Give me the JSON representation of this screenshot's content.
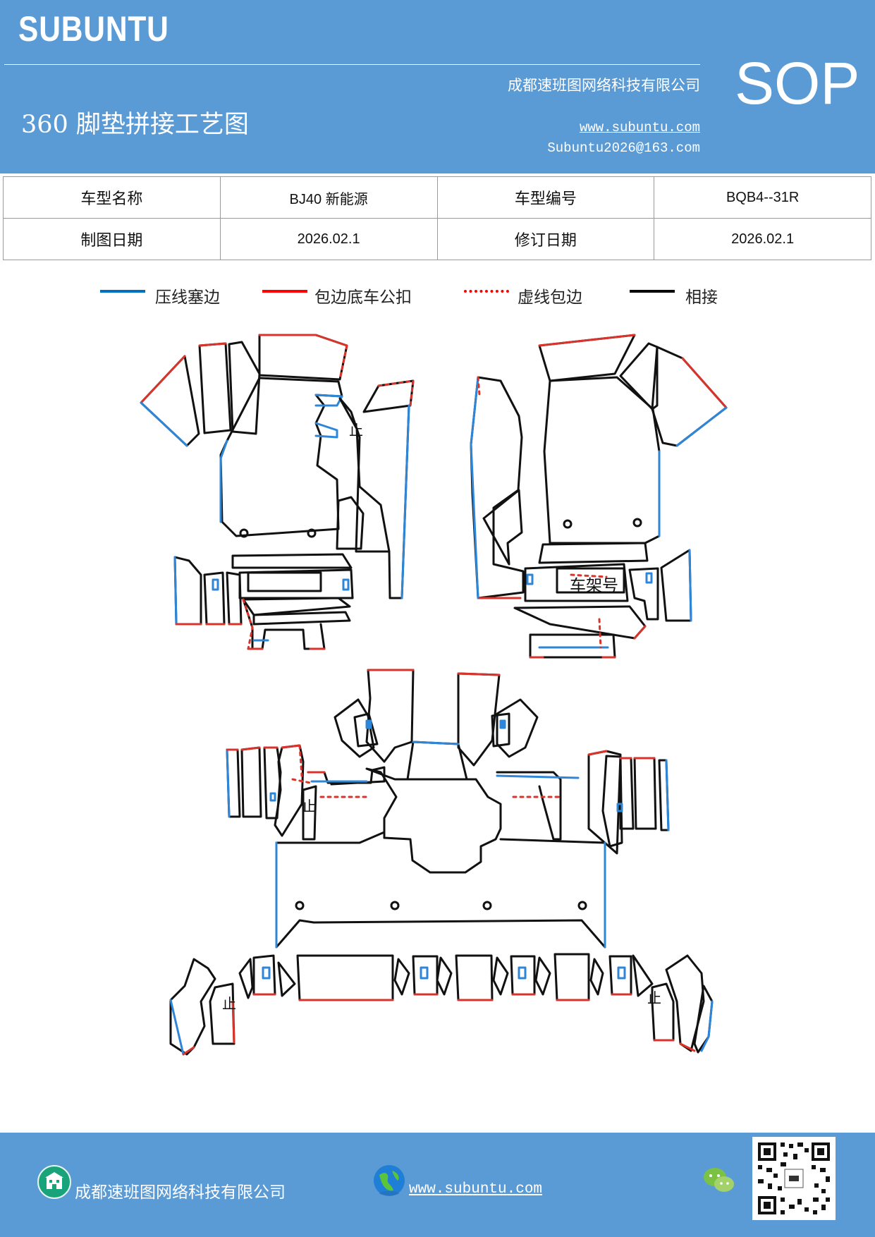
{
  "header": {
    "logo": "SUBUNTU",
    "company": "成都速班图网络科技有限公司",
    "title": "360 脚垫拼接工艺图",
    "sop": "SOP",
    "website": "www.subuntu.com",
    "email": "Subuntu2026@163.com"
  },
  "info_table": {
    "rows": [
      {
        "label1": "车型名称",
        "value1": "BJ40 新能源",
        "label2": "车型编号",
        "value2": "BQB4--31R"
      },
      {
        "label1": "制图日期",
        "value1": "2026.02.1",
        "label2": "修订日期",
        "value2": "2026.02.1"
      }
    ]
  },
  "legend": {
    "items": [
      {
        "label": "压线塞边",
        "color": "#0070c0",
        "style": "solid"
      },
      {
        "label": "包边底车公扣",
        "color": "#ff0000",
        "style": "solid"
      },
      {
        "label": "虚线包边",
        "color": "#ff0000",
        "style": "dotted"
      },
      {
        "label": "相接",
        "color": "#000000",
        "style": "solid"
      }
    ]
  },
  "diagram": {
    "mark_stop": "止",
    "frame_label": "车架号",
    "colors": {
      "blue": "#2e86d9",
      "red": "#d9342b",
      "black": "#111111"
    }
  },
  "footer": {
    "company": "成都速班图网络科技有限公司",
    "website": "www.subuntu.com",
    "icons": [
      "building-icon",
      "globe-icon",
      "wechat-icon",
      "qr-code"
    ]
  }
}
